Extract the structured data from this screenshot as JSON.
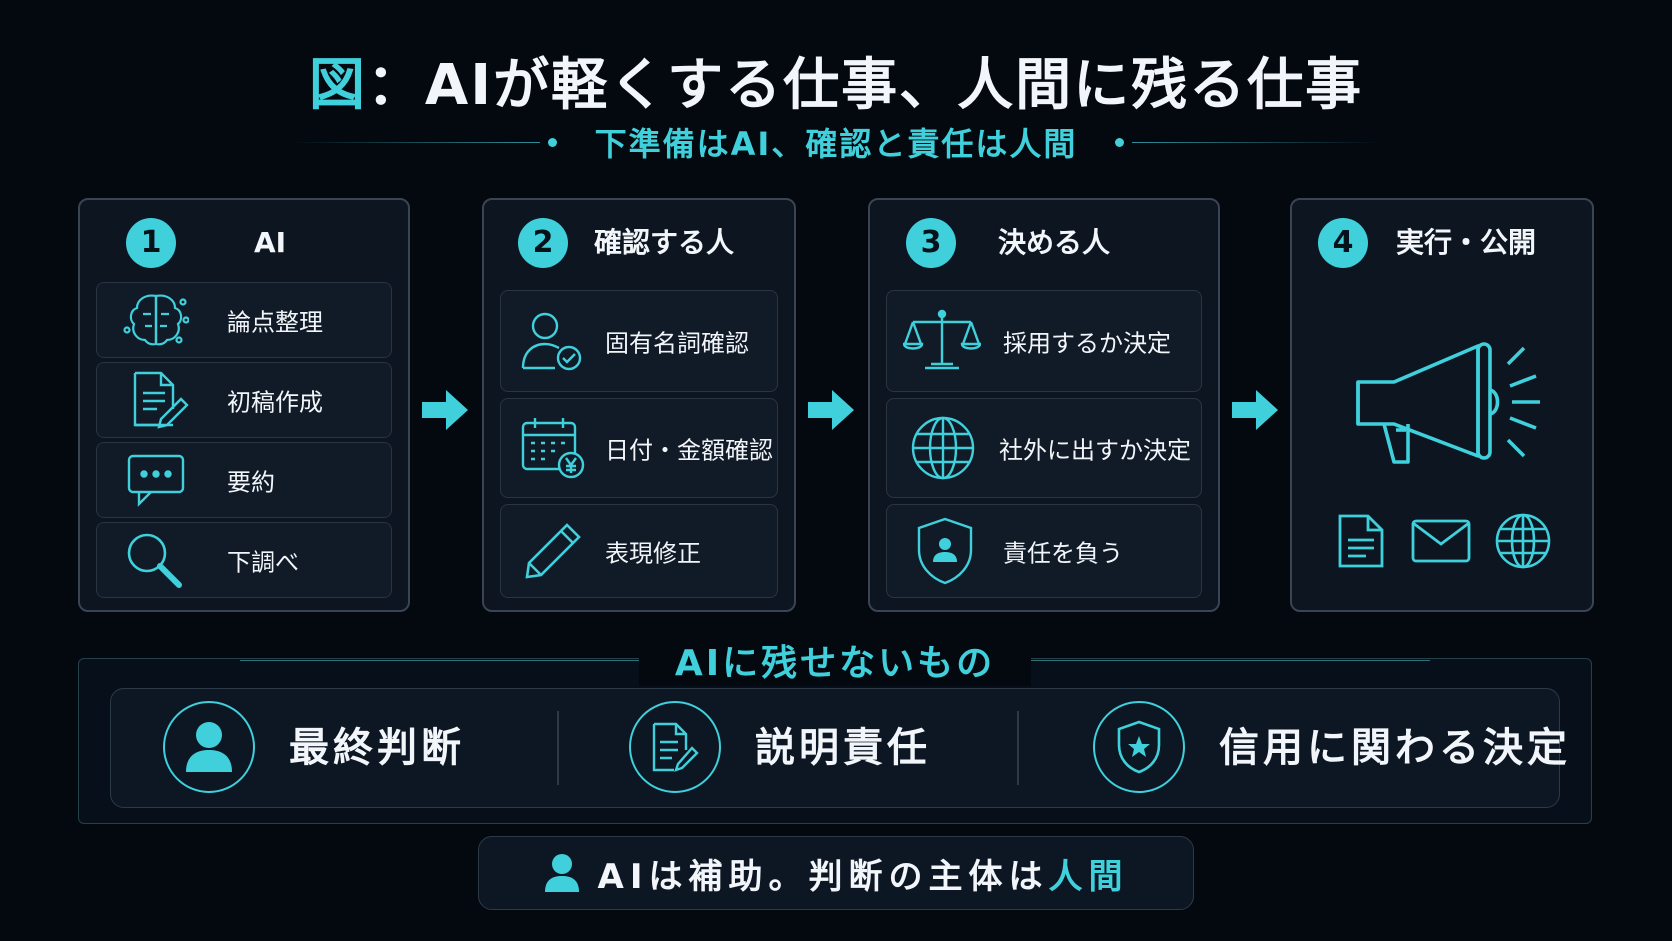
{
  "title": {
    "prefix": "図",
    "colon": "：",
    "main": "AIが軽くする仕事、人間に残る仕事"
  },
  "subtitle": "下準備はAI、確認と責任は人間",
  "steps": [
    {
      "number": "1",
      "label": "AI",
      "items": [
        {
          "icon": "brain-icon",
          "label": "論点整理"
        },
        {
          "icon": "document-edit-icon",
          "label": "初稿作成"
        },
        {
          "icon": "chat-bubble-icon",
          "label": "要約"
        },
        {
          "icon": "magnifier-icon",
          "label": "下調べ"
        }
      ]
    },
    {
      "number": "2",
      "label": "確認する人",
      "items": [
        {
          "icon": "user-check-icon",
          "label": "固有名詞確認"
        },
        {
          "icon": "calendar-yen-icon",
          "label": "日付・金額確認"
        },
        {
          "icon": "pencil-icon",
          "label": "表現修正"
        }
      ]
    },
    {
      "number": "3",
      "label": "決める人",
      "items": [
        {
          "icon": "scales-icon",
          "label": "採用するか決定"
        },
        {
          "icon": "globe-icon",
          "label": "社外に出すか決定"
        },
        {
          "icon": "shield-user-icon",
          "label": "責任を負う"
        }
      ]
    },
    {
      "number": "4",
      "label": "実行・公開",
      "icons": [
        "megaphone-icon",
        "document-icon",
        "mail-icon",
        "globe-icon"
      ]
    }
  ],
  "limits": {
    "title": "AIに残せないもの",
    "items": [
      {
        "icon": "person-icon",
        "label": "最終判断"
      },
      {
        "icon": "document-edit-icon",
        "label": "説明責任"
      },
      {
        "icon": "shield-star-icon",
        "label": "信用に関わる決定"
      }
    ]
  },
  "footer": {
    "text": "AIは補助。判断の主体は",
    "highlight": "人間"
  },
  "colors": {
    "accent": "#3fd0dc",
    "background": "#04080f",
    "panel": "#0c1520"
  }
}
